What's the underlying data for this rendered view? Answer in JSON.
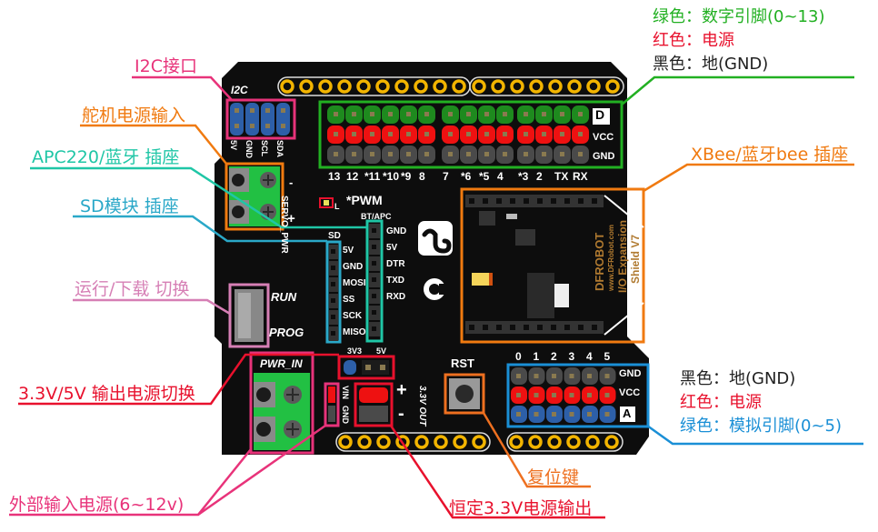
{
  "title": "DFRobot I/O Expansion Shield V7 pinout",
  "colors": {
    "board": "#0d0d0d",
    "header_green": "#1e8a1e",
    "header_red": "#ee1111",
    "header_gray": "#4a4a4a",
    "header_blue": "#2d5fa8",
    "terminal_green": "#22c043",
    "pad_gold": "#f2b400",
    "callout_green": "#22b022",
    "callout_red": "#e8112d",
    "callout_pink": "#e8337a",
    "callout_orange": "#f07a10",
    "callout_teal": "#1fc6a6",
    "callout_cyan": "#2aa8c8",
    "callout_lightpink": "#d67fb5",
    "callout_blue": "#1a8fd6",
    "callout_darkorange": "#ee7020"
  },
  "callouts": {
    "i2c": "I2C接口",
    "servo_power": "舵机电源输入",
    "apc220": "APC220/蓝牙 插座",
    "sd": "SD模块 插座",
    "run_prog": "运行/下载 切换",
    "voltage_switch": "3.3V/5V 输出电源切换",
    "ext_power": "外部输入电源(6~12v)",
    "out33": "恒定3.3V电源输出",
    "reset": "复位键",
    "xbee": "XBee/蓝牙bee 插座"
  },
  "legend_digital": {
    "green": "绿色：数字引脚(0~13)",
    "red": "红色：电源",
    "black": "黑色：地(GND)"
  },
  "legend_analog": {
    "black": "黑色：地(GND)",
    "red": "红色：电源",
    "green": "绿色：模拟引脚(0~5)"
  },
  "board": {
    "i2c_label": "I2C",
    "i2c_pins": [
      "5V",
      "GND",
      "SCL",
      "SDA"
    ],
    "servo_pwr": "SERVO_PWR",
    "minus": "-",
    "plus": "+",
    "pwm_note": "*PWM",
    "led_l": "L",
    "digital_pins": [
      "13",
      "12",
      "*11",
      "*10",
      "*9",
      "8",
      "7",
      "*6",
      "*5",
      "4",
      "*3",
      "2",
      "TX",
      "RX"
    ],
    "digital_rows": [
      "D",
      "VCC",
      "GND"
    ],
    "sd_title": "SD",
    "sd_pins": [
      "5V",
      "GND",
      "MOSI",
      "SS",
      "SCK",
      "MISO"
    ],
    "bt_title": "BT/APC",
    "bt_pins": [
      "GND",
      "5V",
      "DTR",
      "TXD",
      "RXD"
    ],
    "run": "RUN",
    "prog": "PROG",
    "pwr_in": "PWR_IN",
    "v3v3": "3V3",
    "v5v": "5V",
    "vin": "VIN",
    "gnd": "GND",
    "out_label": "3.3V OUT",
    "rst": "RST",
    "analog_pins": [
      "0",
      "1",
      "2",
      "3",
      "4",
      "5"
    ],
    "analog_rows": [
      "GND",
      "VCC",
      "A"
    ],
    "brand": "DFROBOT",
    "url": "www.DFRobot.com",
    "product": "I/O Expansion",
    "version": "Shield V7"
  }
}
